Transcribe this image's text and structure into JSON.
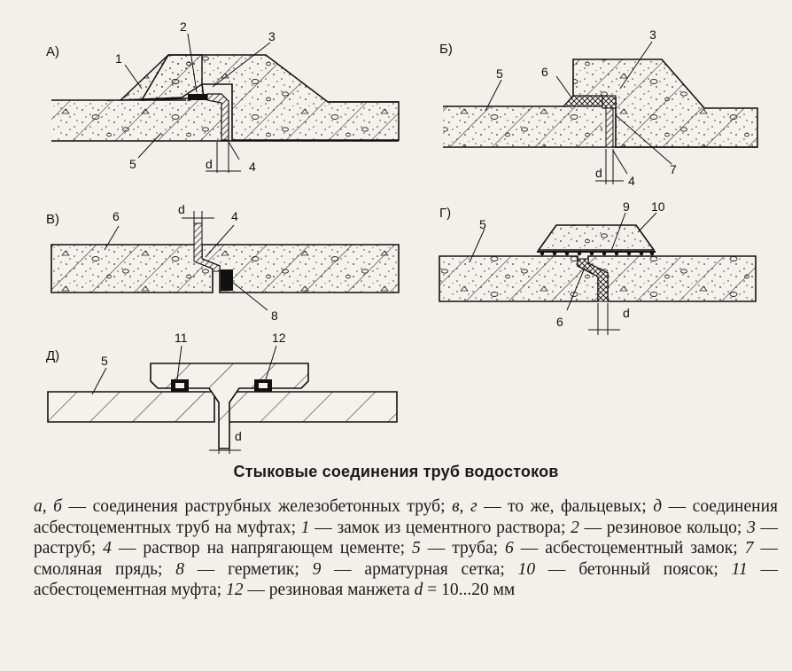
{
  "panels": {
    "a": {
      "letter": "А)",
      "callouts": {
        "n1": "1",
        "n2": "2",
        "n3": "3",
        "n4": "4",
        "n5": "5",
        "d": "d"
      }
    },
    "b": {
      "letter": "Б)",
      "callouts": {
        "n3": "3",
        "n4": "4",
        "n5": "5",
        "n6": "6",
        "n7": "7",
        "d": "d"
      }
    },
    "v": {
      "letter": "В)",
      "callouts": {
        "n4": "4",
        "n6": "6",
        "n8": "8",
        "d": "d"
      }
    },
    "g": {
      "letter": "Г)",
      "callouts": {
        "n5": "5",
        "n6": "6",
        "n9": "9",
        "n10": "10",
        "d": "d"
      }
    },
    "dd": {
      "letter": "Д)",
      "callouts": {
        "n5": "5",
        "n11": "11",
        "n12": "12",
        "d": "d"
      }
    }
  },
  "caption": {
    "title": "Стыковые соединения труб водостоков",
    "legend": [
      {
        "key": "а, б",
        "text": " — соединения раструбных железобетонных труб; "
      },
      {
        "key": "в, г",
        "text": " — то же, фальцевых; "
      },
      {
        "key": "д",
        "text": " — соединения асбестоцементных труб на муфтах; "
      },
      {
        "key": "1",
        "text": " — замок из цементного раствора; "
      },
      {
        "key": "2",
        "text": " — резиновое кольцо; "
      },
      {
        "key": "3",
        "text": " — раструб; "
      },
      {
        "key": "4",
        "text": " — раствор на напрягающем цементе; "
      },
      {
        "key": "5",
        "text": " — труба; "
      },
      {
        "key": "6",
        "text": " — асбестоцементный замок; "
      },
      {
        "key": "7",
        "text": " — смоляная прядь; "
      },
      {
        "key": "8",
        "text": " — герметик; "
      },
      {
        "key": "9",
        "text": " — арматурная сетка; "
      },
      {
        "key": "10",
        "text": " — бетонный поясок; "
      },
      {
        "key": "11",
        "text": " — асбестоцементная муфта; "
      },
      {
        "key": "12",
        "text": " — резиновая манжета "
      },
      {
        "key": "d",
        "text": " = 10...20 мм"
      }
    ]
  }
}
